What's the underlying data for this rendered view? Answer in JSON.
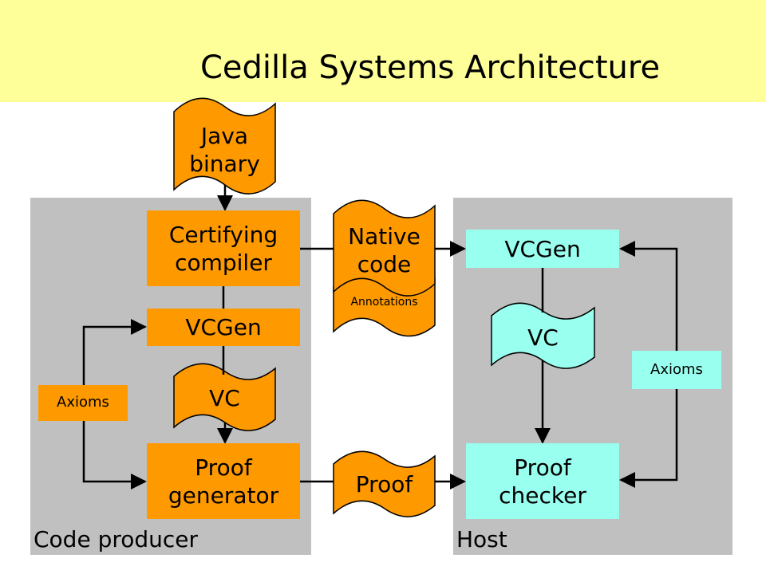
{
  "title": "Cedilla Systems Architecture",
  "regions": {
    "producer_label": "Code producer",
    "host_label": "Host"
  },
  "documents": {
    "java_binary": "Java\nbinary",
    "native_code": "Native\ncode",
    "annotations": "Annotations",
    "vc_producer": "VC",
    "vc_host": "VC",
    "proof": "Proof"
  },
  "boxes": {
    "certifying_compiler": "Certifying\ncompiler",
    "vcgen_producer": "VCGen",
    "proof_generator": "Proof\ngenerator",
    "axioms_producer": "Axioms",
    "vcgen_host": "VCGen",
    "proof_checker": "Proof\nchecker",
    "axioms_host": "Axioms"
  },
  "colors": {
    "banner": "#ffff99",
    "region": "#c0c0c0",
    "producer_box": "#ff9900",
    "host_box": "#99ffee"
  }
}
